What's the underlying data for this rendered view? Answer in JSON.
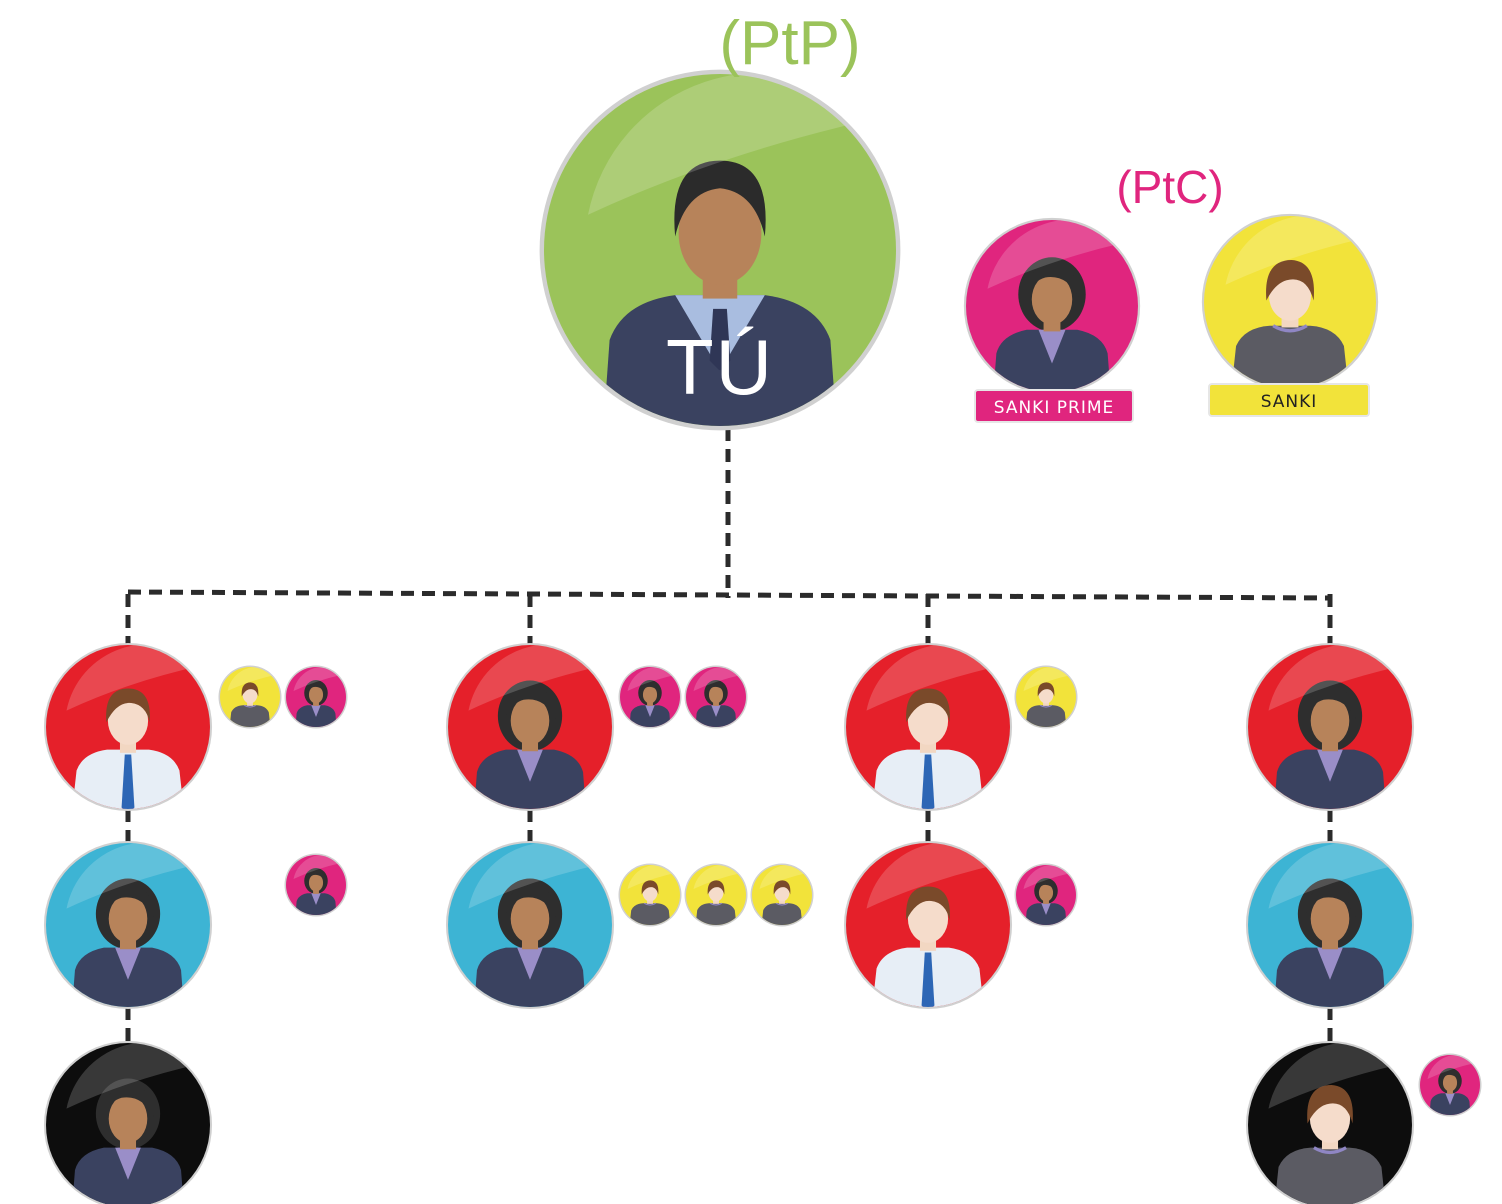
{
  "labels": {
    "ptp": "(PtP)",
    "ptc": "(PtC)"
  },
  "root": {
    "name": "TÚ",
    "color": "#9bc35a"
  },
  "legend": [
    {
      "label": "SANKI PRIME",
      "color": "#e0257e",
      "avatar": "woman-icon"
    },
    {
      "label": "SANKI",
      "color": "#f2e33a",
      "avatar": "boy-icon"
    }
  ],
  "colors": {
    "red": "#e5202a",
    "cyan": "#3db4d4",
    "black": "#0d0d0d",
    "green": "#9bc35a",
    "magenta": "#e0257e",
    "yellow": "#f2e33a"
  },
  "columns": [
    {
      "nodes": [
        {
          "avatar": "man-tie-icon",
          "color": "red",
          "badges": [
            "yellow",
            "magenta"
          ]
        },
        {
          "avatar": "woman-icon",
          "color": "cyan",
          "badges": [
            "magenta"
          ]
        },
        {
          "avatar": "woman-icon",
          "color": "black",
          "badges": []
        }
      ]
    },
    {
      "nodes": [
        {
          "avatar": "woman-icon",
          "color": "red",
          "badges": [
            "magenta",
            "magenta"
          ]
        },
        {
          "avatar": "woman-icon",
          "color": "cyan",
          "badges": [
            "yellow",
            "yellow",
            "yellow"
          ]
        }
      ]
    },
    {
      "nodes": [
        {
          "avatar": "man-tie-icon",
          "color": "red",
          "badges": [
            "yellow"
          ]
        },
        {
          "avatar": "man-tie-icon",
          "color": "red",
          "badges": [
            "magenta"
          ]
        }
      ]
    },
    {
      "nodes": [
        {
          "avatar": "woman-icon",
          "color": "red",
          "badges": []
        },
        {
          "avatar": "woman-icon",
          "color": "cyan",
          "badges": []
        },
        {
          "avatar": "boy-icon",
          "color": "black",
          "badges": [
            "magenta"
          ]
        }
      ]
    }
  ]
}
